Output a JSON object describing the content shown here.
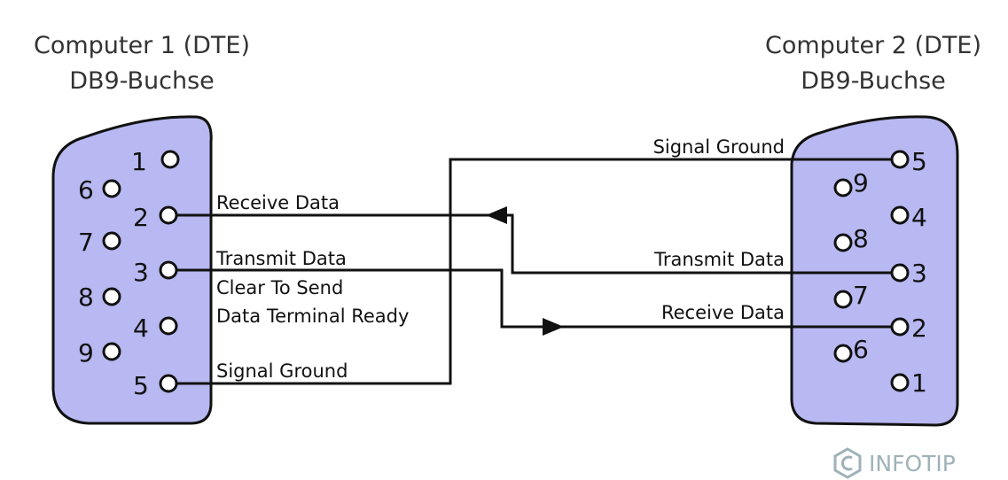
{
  "left_connector": {
    "title_line1": "Computer 1 (DTE)",
    "title_line2": "DB9-Buchse",
    "pins": [
      "1",
      "2",
      "3",
      "4",
      "5",
      "6",
      "7",
      "8",
      "9"
    ]
  },
  "right_connector": {
    "title_line1": "Computer 2 (DTE)",
    "title_line2": "DB9-Buchse",
    "pins": [
      "5",
      "9",
      "4",
      "8",
      "3",
      "7",
      "2",
      "6",
      "1"
    ]
  },
  "left_signals": {
    "receive": "Receive Data",
    "transmit": "Transmit Data",
    "cts": "Clear To Send",
    "dtr": "Data Terminal Ready",
    "ground": "Signal Ground"
  },
  "right_signals": {
    "ground": "Signal Ground",
    "transmit": "Transmit Data",
    "receive": "Receive Data"
  },
  "colors": {
    "connector_fill": "#b8b8f2",
    "line": "#111111",
    "logo": "#9fb2b8"
  },
  "logo": {
    "text": "INFOTIP",
    "icon": "infotip-logo-icon"
  }
}
